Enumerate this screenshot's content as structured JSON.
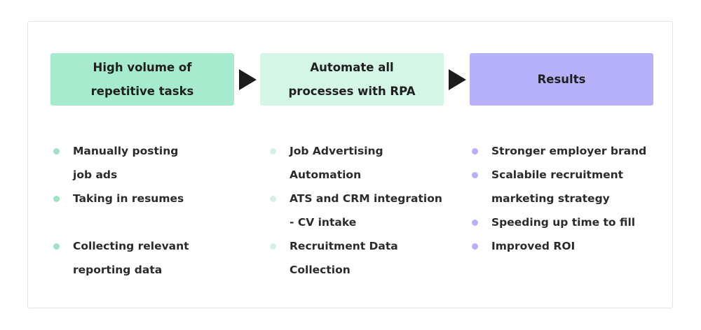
{
  "colors": {
    "stage1_bg": "#a6ebcd",
    "stage2_bg": "#d3f6e7",
    "stage3_bg": "#b7b1fb",
    "bullet1": "#9de3c4",
    "bullet2": "#d6f1e4",
    "bullet3": "#b7b1fb",
    "arrow": "#1c1c1c"
  },
  "stages": [
    {
      "title": "High volume of\nrepetitive tasks",
      "items": [
        "Manually posting\njob ads",
        "Taking in resumes",
        "Collecting relevant\nreporting data"
      ]
    },
    {
      "title": "Automate all\nprocesses with RPA",
      "items": [
        "Job Advertising\nAutomation",
        "ATS and CRM integration\n- CV intake",
        "Recruitment Data\nCollection"
      ]
    },
    {
      "title": "Results",
      "items": [
        "Stronger employer brand",
        "Scalabile recruitment\nmarketing  strategy",
        "Speeding up time to fill",
        "Improved ROI"
      ]
    }
  ]
}
